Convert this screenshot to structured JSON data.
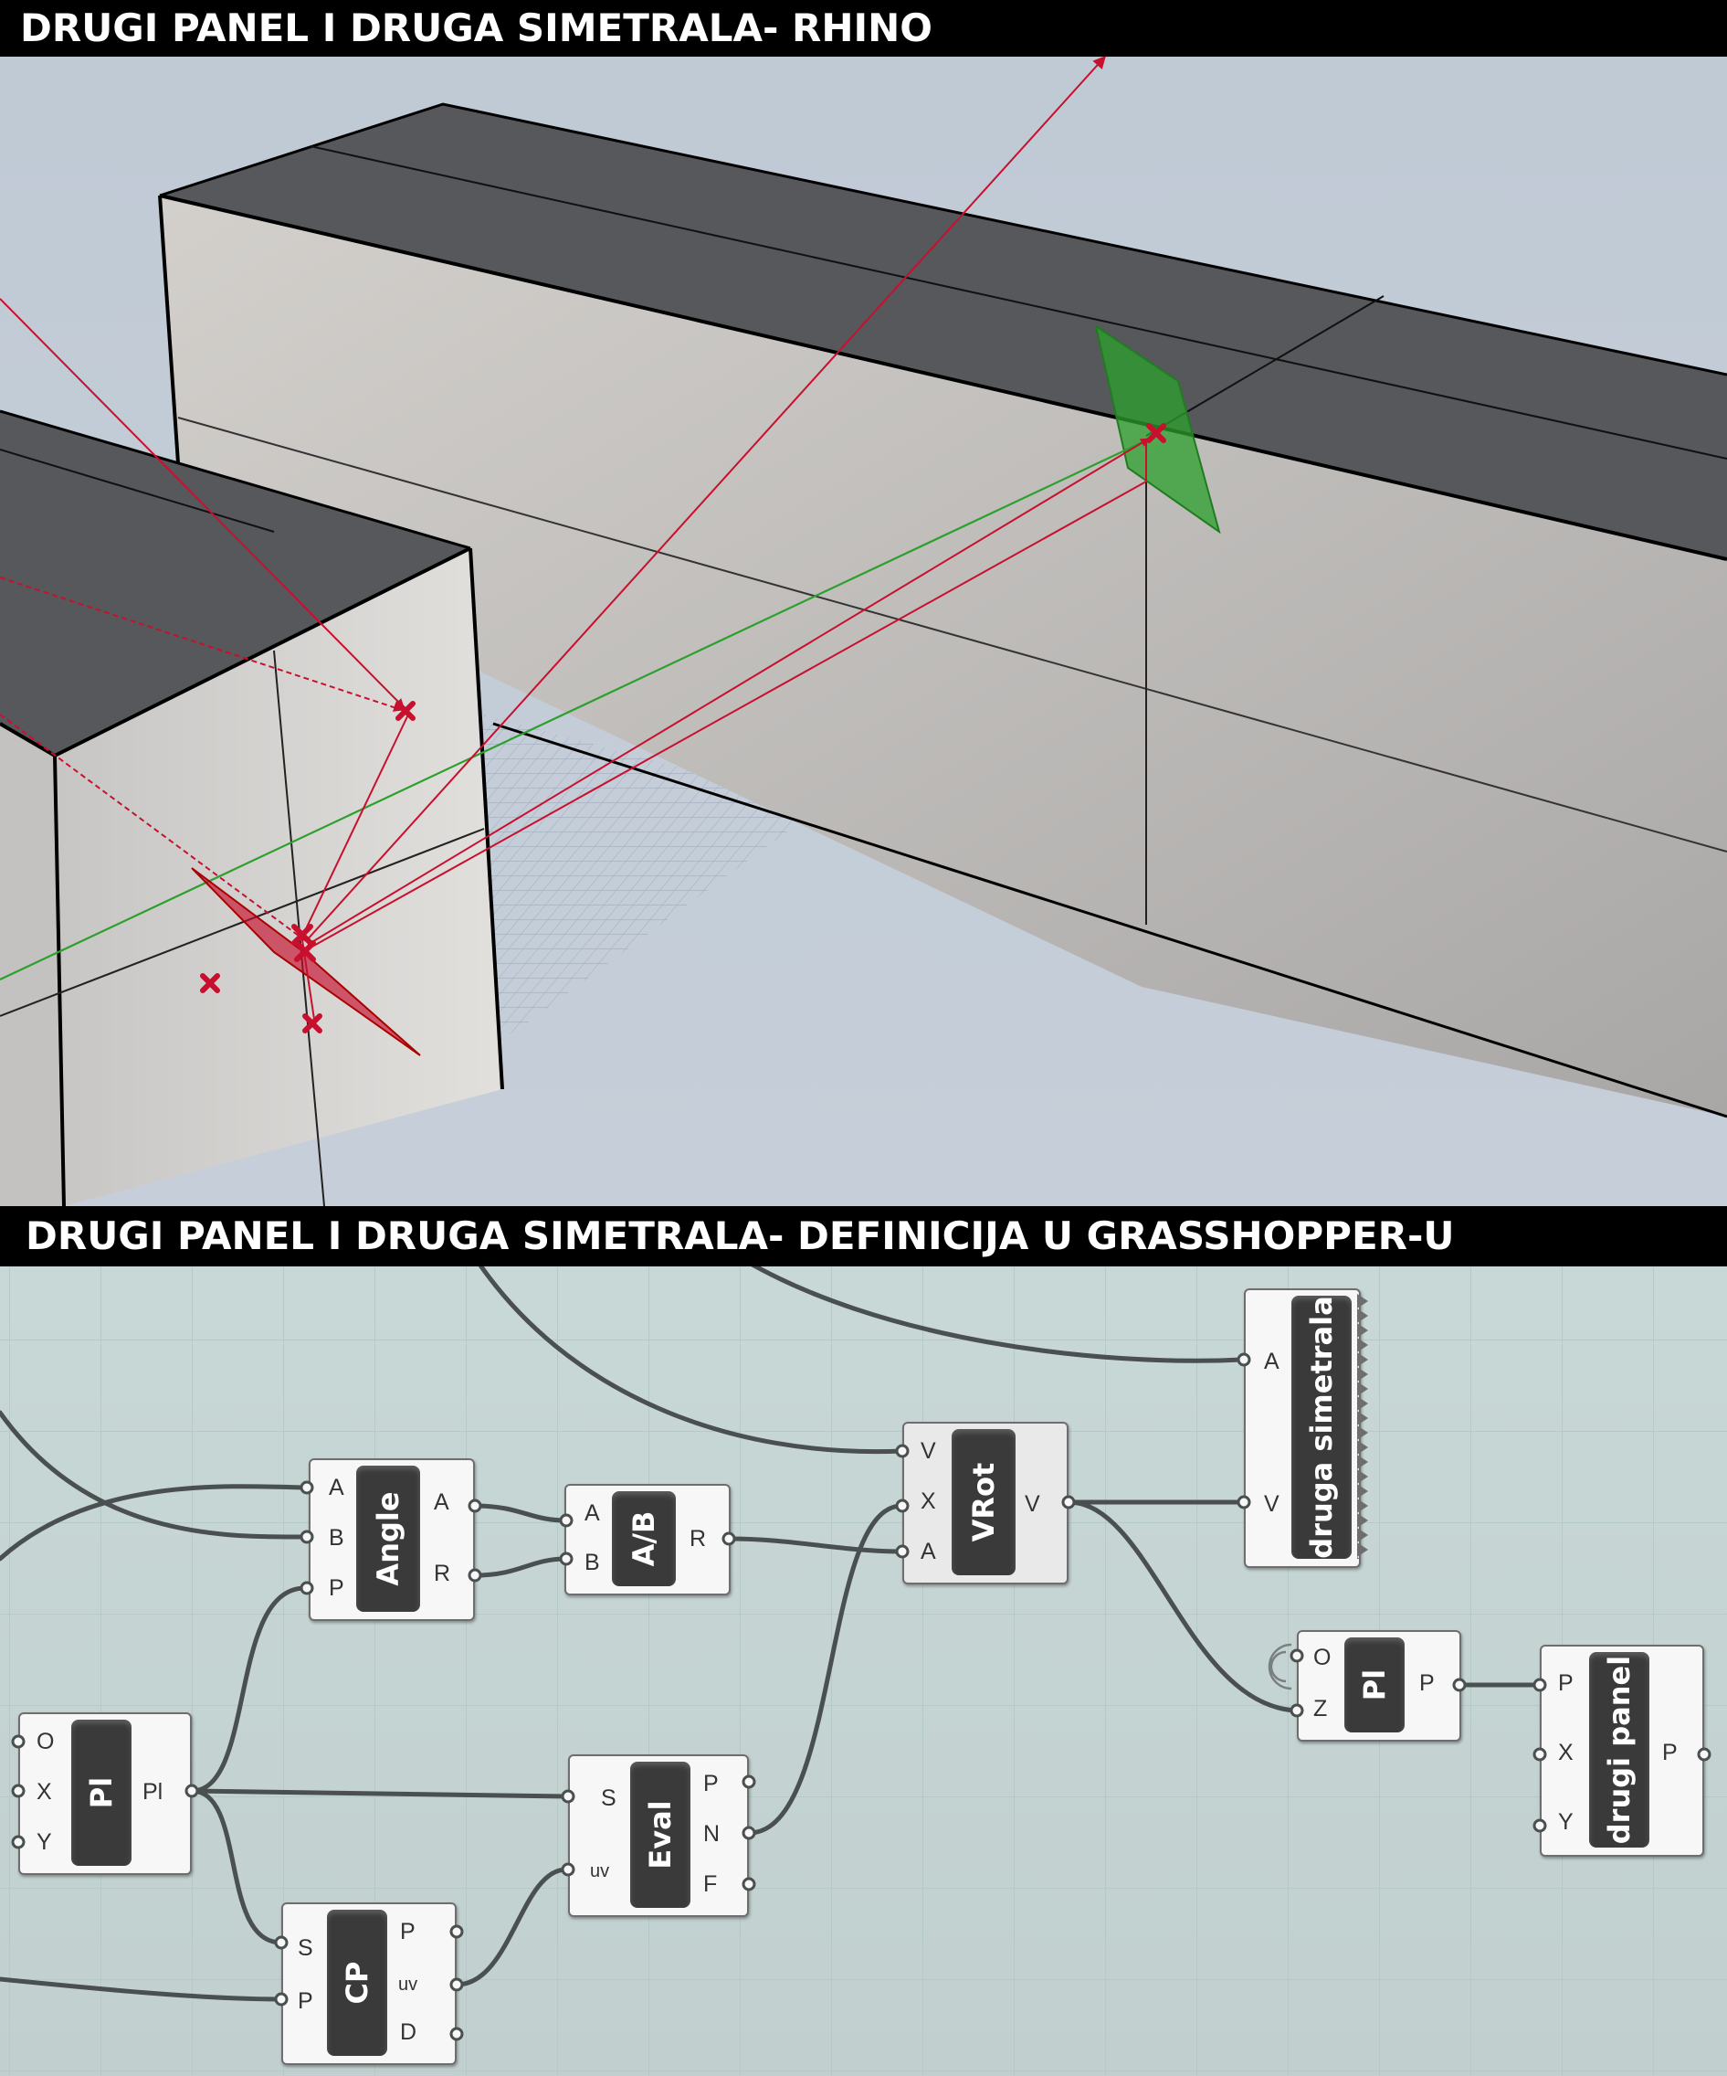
{
  "rhino_section": {
    "title": "DRUGI PANEL I DRUGA SIMETRALA- RHINO"
  },
  "grasshopper_section": {
    "title": "DRUGI PANEL I DRUGA SIMETRALA- DEFINICIJA U GRASSHOPPER-U",
    "components": {
      "angle": {
        "label": "Angle",
        "inputs": [
          "A",
          "B",
          "P"
        ],
        "outputs": [
          "A",
          "R"
        ]
      },
      "divide": {
        "label": "A/B",
        "inputs": [
          "A",
          "B"
        ],
        "outputs": [
          "R"
        ]
      },
      "vrot": {
        "label": "VRot",
        "inputs": [
          "V",
          "X",
          "A"
        ],
        "outputs": [
          "V"
        ]
      },
      "cluster_simetrala": {
        "label": "druga simetrala",
        "inputs": [
          "A",
          "V"
        ]
      },
      "plane_xy": {
        "label": "Pl",
        "inputs": [
          "O",
          "X",
          "Y"
        ],
        "outputs": [
          "Pl"
        ]
      },
      "evaluate": {
        "label": "Eval",
        "inputs": [
          "S",
          "uv"
        ],
        "outputs": [
          "P",
          "N",
          "F"
        ]
      },
      "closest_point": {
        "label": "CP",
        "inputs": [
          "S",
          "P"
        ],
        "outputs": [
          "P",
          "uv",
          "D"
        ]
      },
      "plane_oz": {
        "label": "Pl",
        "inputs": [
          "O",
          "Z"
        ],
        "outputs": [
          "P"
        ]
      },
      "cluster_panel": {
        "label": "drugi panel",
        "inputs": [
          "P",
          "X",
          "Y"
        ],
        "outputs": [
          "P"
        ]
      }
    }
  },
  "colors": {
    "viewport_background": "#c2ccd6",
    "box_top": "#56585c",
    "box_side": "#cbc9c5",
    "vector_red": "#c8102e",
    "vector_green": "#2ca02c",
    "canvas_background": "#c5d5d3",
    "wire": "#4a4f4f",
    "component_core": "#3a3a3a"
  }
}
